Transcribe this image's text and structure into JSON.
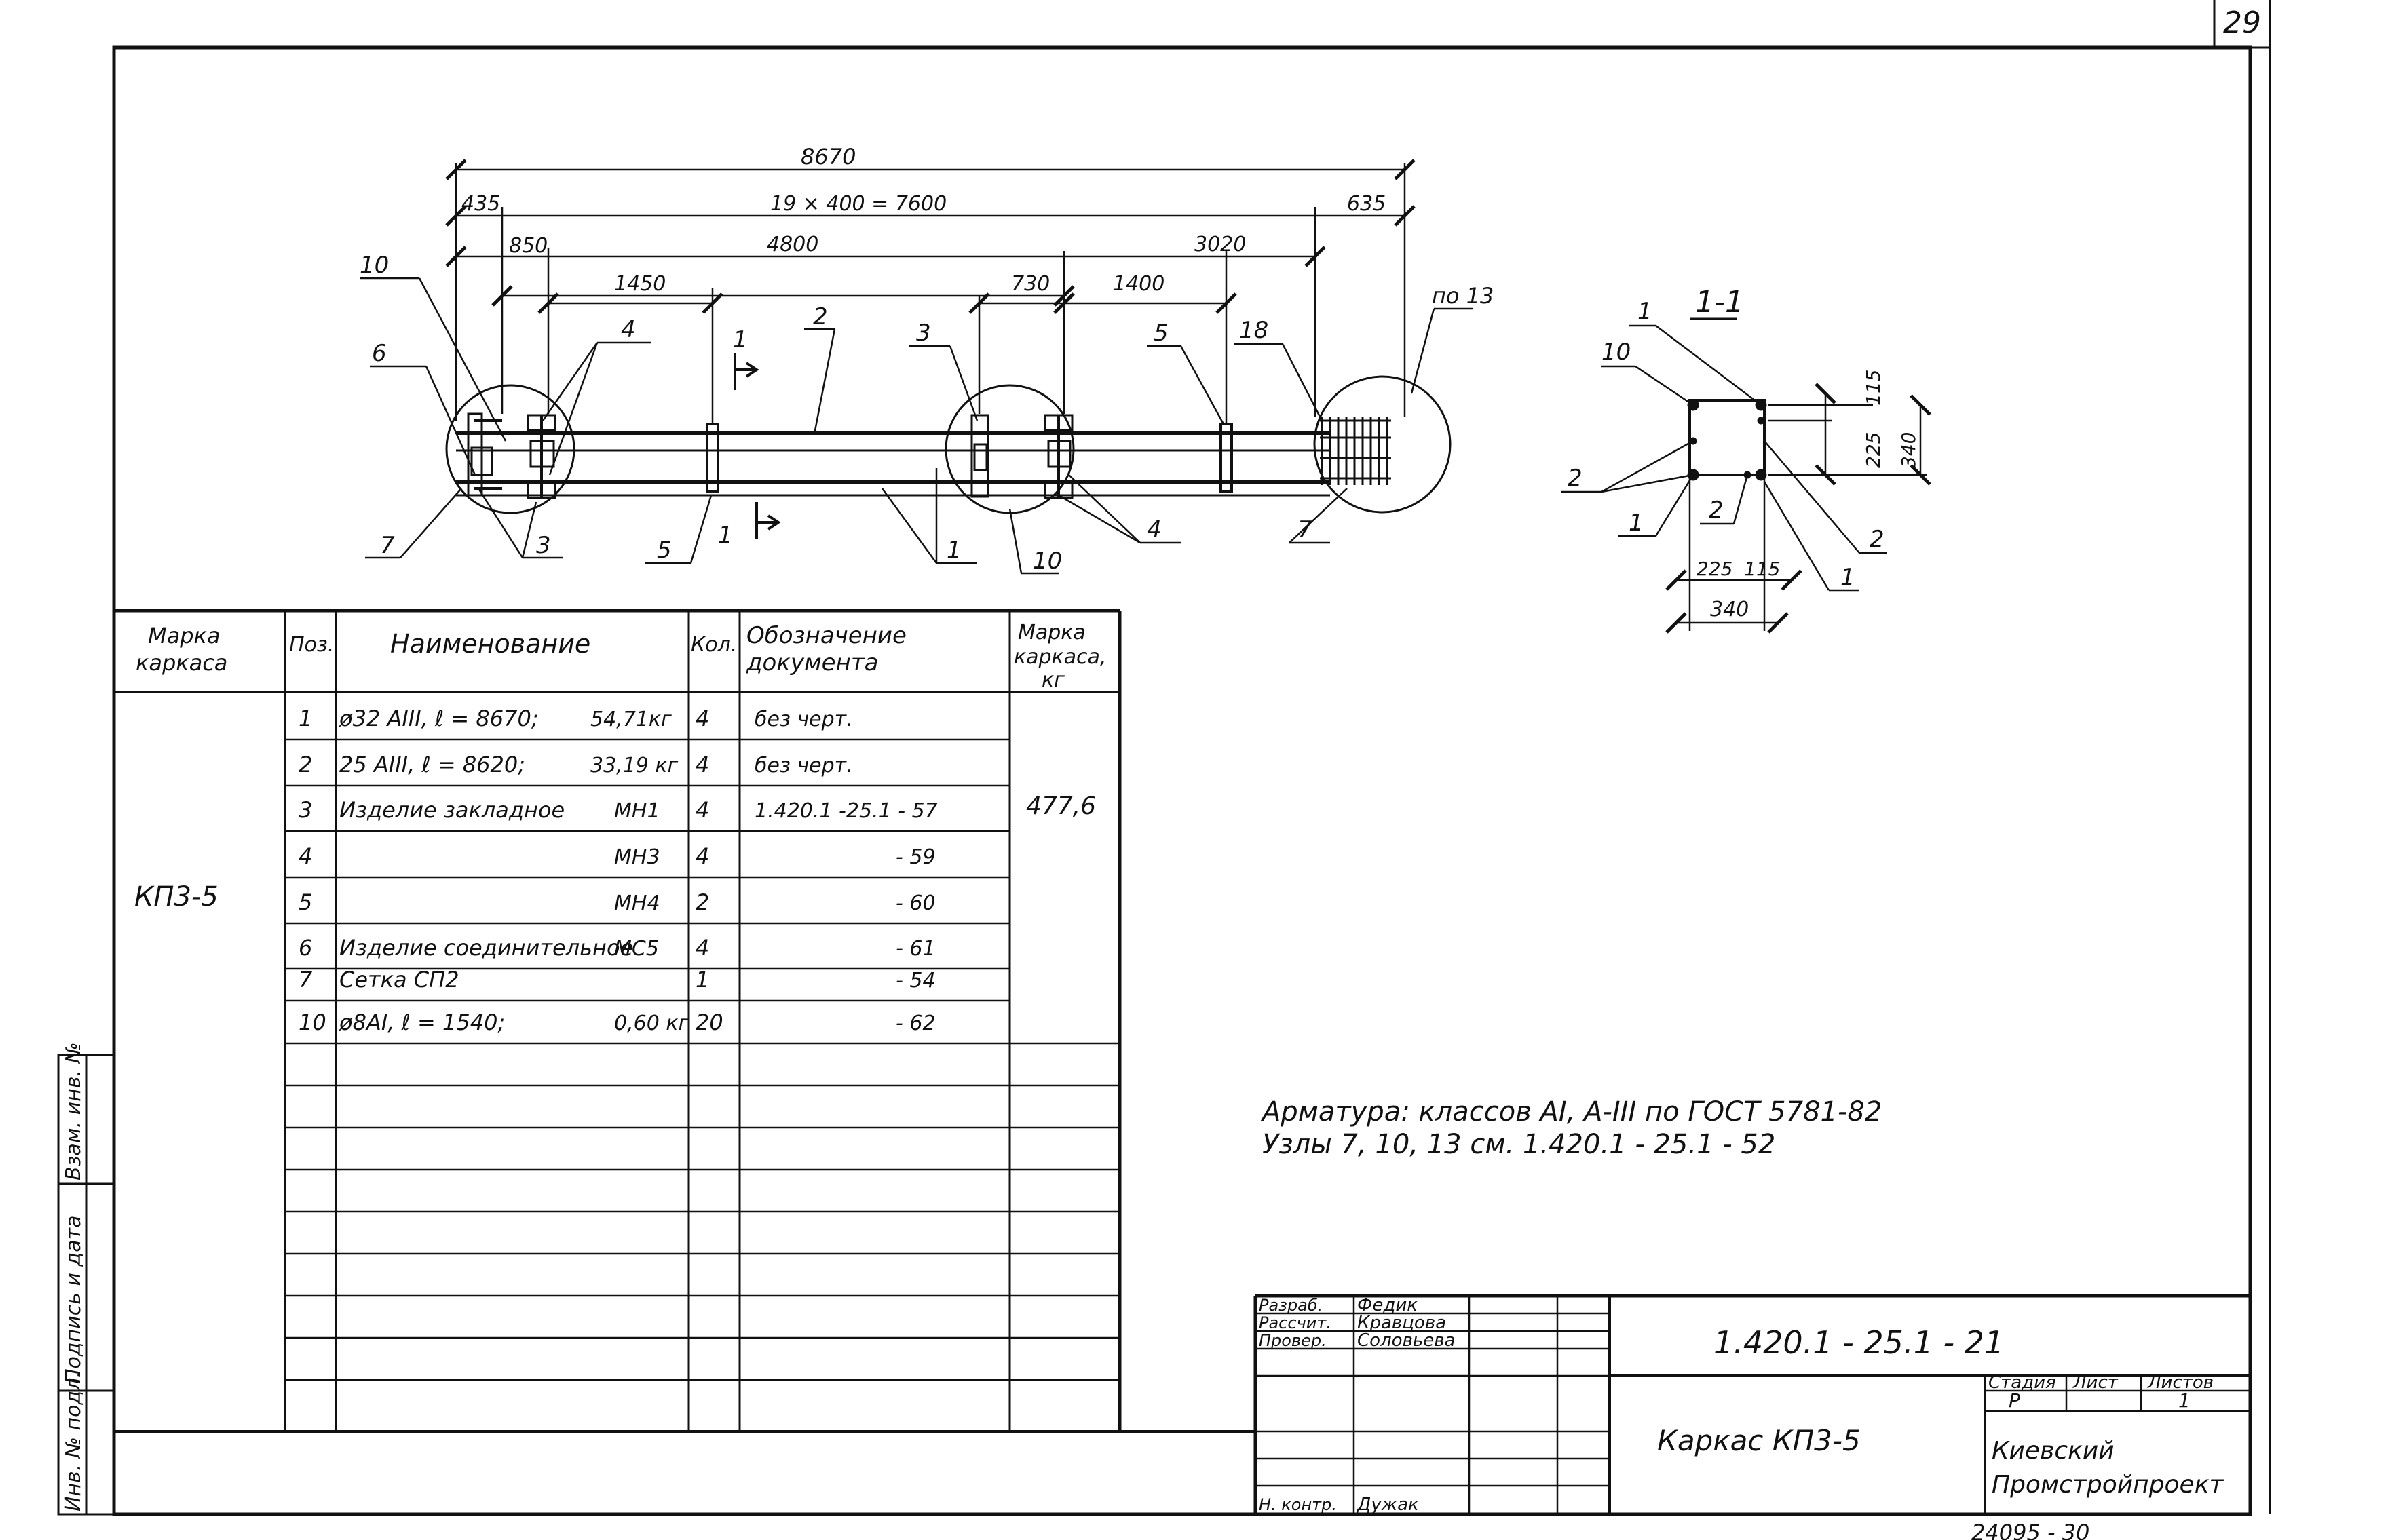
{
  "sheet_number": "29",
  "drawing": {
    "dims": {
      "total": "8670",
      "step": "19 × 400 = 7600",
      "left_off": "435",
      "right_off": "635",
      "d850": "850",
      "d4800": "4800",
      "d3020": "3020",
      "d1450": "1450",
      "d730": "730",
      "d1400": "1400"
    },
    "labels": {
      "l10a": "10",
      "l6": "6",
      "l4a": "4",
      "l2": "2",
      "l3a": "3",
      "l5a": "5",
      "l18": "18",
      "lpo13": "по 13",
      "l7a": "7",
      "l3b": "3",
      "l5b": "5",
      "l1a": "1",
      "l10b": "10",
      "l4b": "4",
      "l7b": "7",
      "cut_top": "1",
      "cut_bottom": "1"
    }
  },
  "section": {
    "title": "1-1",
    "labels": {
      "s1a": "1",
      "s10": "10",
      "s2a": "2",
      "s1b": "1",
      "s2b": "2",
      "s2c": "2",
      "s1c": "1"
    },
    "dims": {
      "d115": "115",
      "d225v": "225",
      "d340v": "340",
      "d225h": "225",
      "d115h": "115",
      "d340h": "340"
    }
  },
  "spec_table": {
    "headers": {
      "mark": "Марка каркаса",
      "pos": "Поз.",
      "name": "Наименование",
      "qty": "Кол.",
      "doc": "Обозначение документа",
      "mass": "Марка каркаса, кг"
    },
    "frame_mark": "КП3-5",
    "mass_value": "477,6",
    "rows": [
      {
        "pos": "1",
        "name": "ø32 AIII,  ℓ = 8670;",
        "extra": "54,71кг",
        "qty": "4",
        "doc": "без  черт."
      },
      {
        "pos": "2",
        "name": "25 AIII,  ℓ = 8620;",
        "extra": "33,19 кг",
        "qty": "4",
        "doc": "без  черт."
      },
      {
        "pos": "3",
        "name": "Изделие  закладное",
        "extra": "МН1",
        "qty": "4",
        "doc": "1.420.1 -25.1 - 57"
      },
      {
        "pos": "4",
        "name": "",
        "extra": "МН3",
        "qty": "4",
        "doc": "- 59"
      },
      {
        "pos": "5",
        "name": "",
        "extra": "МН4",
        "qty": "2",
        "doc": "- 60"
      },
      {
        "pos": "6",
        "name": "Изделие соединительное",
        "extra": "МС5",
        "qty": "4",
        "doc": "- 61"
      },
      {
        "pos": "7",
        "name": "Сетка      СП2",
        "extra": "",
        "qty": "1",
        "doc": "- 54"
      },
      {
        "pos": "10",
        "name": "ø8AI,  ℓ = 1540;",
        "extra": "0,60 кг",
        "qty": "20",
        "doc": "- 62"
      }
    ]
  },
  "notes": {
    "line1": "Арматура:  классов  AI,  A-III  по    ГОСТ 5781-82",
    "line2": "Узлы  7, 10, 13  см.  1.420.1 - 25.1 - 52"
  },
  "side_stamp": {
    "c1": "Взам. инв. №",
    "c2": "Подпись и дата",
    "c3": "Инв. № подл."
  },
  "title_block": {
    "roles": [
      "Разраб.",
      "Рассчит.",
      "Провер.",
      "",
      "",
      "Н. контр."
    ],
    "names": [
      "Федик",
      "Кравцова",
      "Соловьева",
      "",
      "",
      "Дужак"
    ],
    "doc_code": "1.420.1 - 25.1 - 21",
    "doc_name": "Каркас    КП3-5",
    "stage_label": "Стадия",
    "sheet_label": "Лист",
    "sheets_label": "Листов",
    "stage": "Р",
    "sheet": "",
    "sheets": "1",
    "org_line1": "Киевский",
    "org_line2": "Промстройпроект",
    "bottom_code": "24095 - 30"
  }
}
